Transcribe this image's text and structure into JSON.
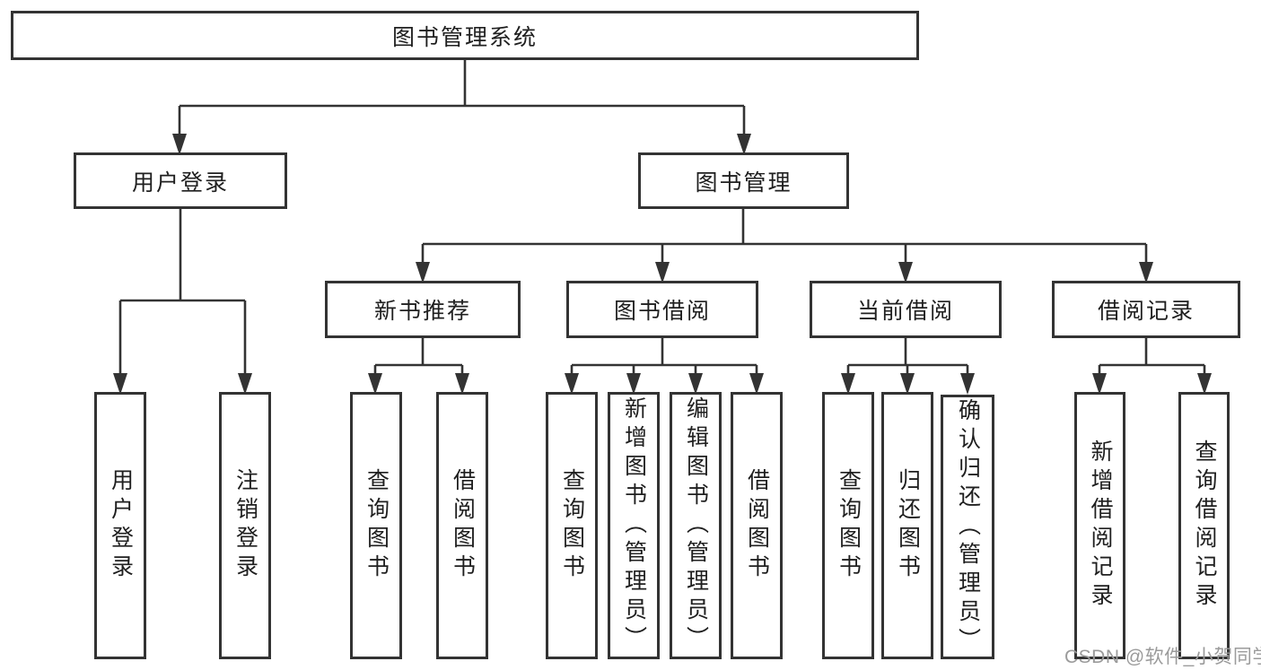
{
  "diagram": {
    "type": "hierarchy-diagram",
    "colors": {
      "line": "#333333",
      "box_border": "#333333",
      "text": "#1f1f1f",
      "background": "#ffffff",
      "watermark": "#9b9b9b"
    },
    "watermark": {
      "text": "CSDN @软件_小贺同学"
    },
    "tree": {
      "label": "图书管理系统",
      "children": [
        {
          "label": "用户登录",
          "children": [
            {
              "label": "用户登录"
            },
            {
              "label": "注销登录"
            }
          ]
        },
        {
          "label": "图书管理",
          "children": [
            {
              "label": "新书推荐",
              "children": [
                {
                  "label": "查询图书"
                },
                {
                  "label": "借阅图书"
                }
              ]
            },
            {
              "label": "图书借阅",
              "children": [
                {
                  "label": "查询图书"
                },
                {
                  "label": "新增图书（管理员）"
                },
                {
                  "label": "编辑图书（管理员）"
                },
                {
                  "label": "借阅图书"
                }
              ]
            },
            {
              "label": "当前借阅",
              "children": [
                {
                  "label": "查询图书"
                },
                {
                  "label": "归还图书"
                },
                {
                  "label": "确认归还（管理员）"
                }
              ]
            },
            {
              "label": "借阅记录",
              "children": [
                {
                  "label": "新增借阅记录"
                },
                {
                  "label": "查询借阅记录"
                }
              ]
            }
          ]
        }
      ]
    }
  }
}
